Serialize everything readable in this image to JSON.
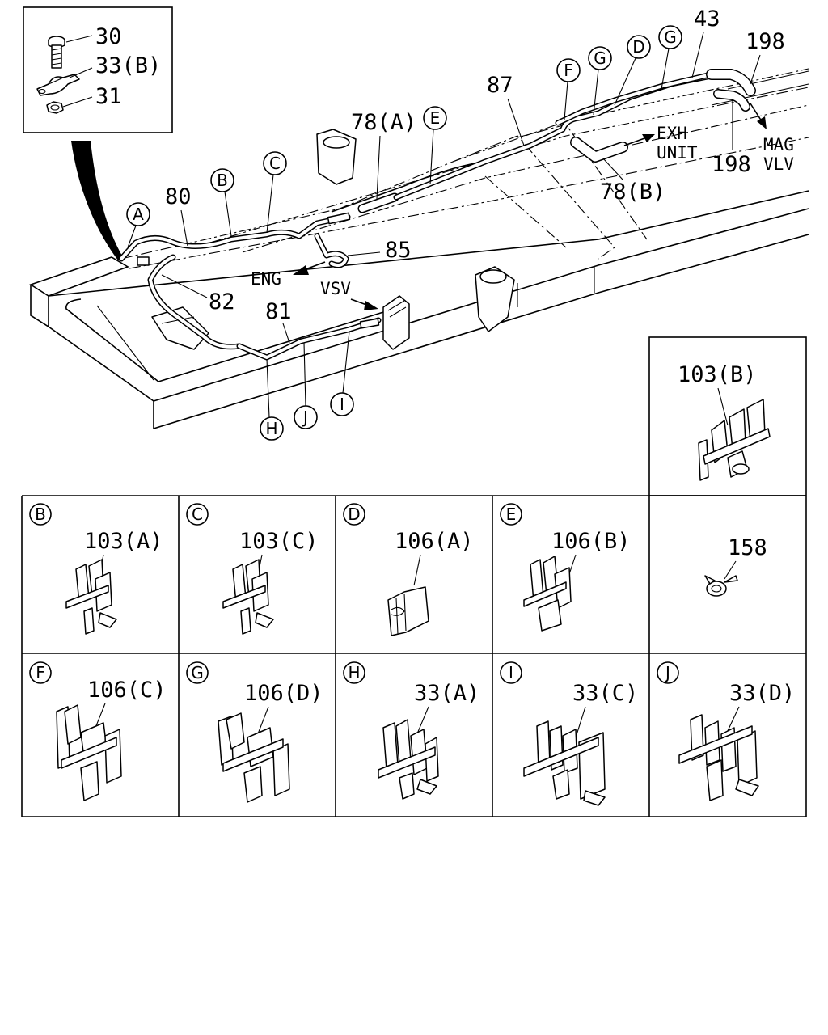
{
  "callouts": {
    "bolt": "30",
    "clip_b": "33(B)",
    "nut": "31",
    "hose_a": "78(A)",
    "hose_b": "78(B)",
    "pipe_43": "43",
    "pipe_198_top": "198",
    "pipe_198_bottom": "198",
    "pipe_87": "87",
    "pipe_80": "80",
    "pipe_82": "82",
    "pipe_81": "81",
    "pipe_85": "85"
  },
  "destinations": {
    "exh_line1": "EXH",
    "exh_line2": "UNIT",
    "mag_line1": "MAG",
    "mag_line2": "VLV",
    "eng": "ENG",
    "vsv": "VSV"
  },
  "circle_letters": {
    "a": "A",
    "b": "B",
    "c": "C",
    "d": "D",
    "e": "E",
    "f": "F",
    "g1": "G",
    "g2": "G",
    "h": "H",
    "i": "I",
    "j": "J"
  },
  "detail_panels": [
    {
      "letter": "",
      "part": "103(B)"
    },
    {
      "letter": "B",
      "part": "103(A)"
    },
    {
      "letter": "C",
      "part": "103(C)"
    },
    {
      "letter": "D",
      "part": "106(A)"
    },
    {
      "letter": "E",
      "part": "106(B)"
    },
    {
      "letter": "",
      "part": "158"
    },
    {
      "letter": "F",
      "part": "106(C)"
    },
    {
      "letter": "G",
      "part": "106(D)"
    },
    {
      "letter": "H",
      "part": "33(A)"
    },
    {
      "letter": "I",
      "part": "33(C)"
    },
    {
      "letter": "J",
      "part": "33(D)"
    }
  ]
}
